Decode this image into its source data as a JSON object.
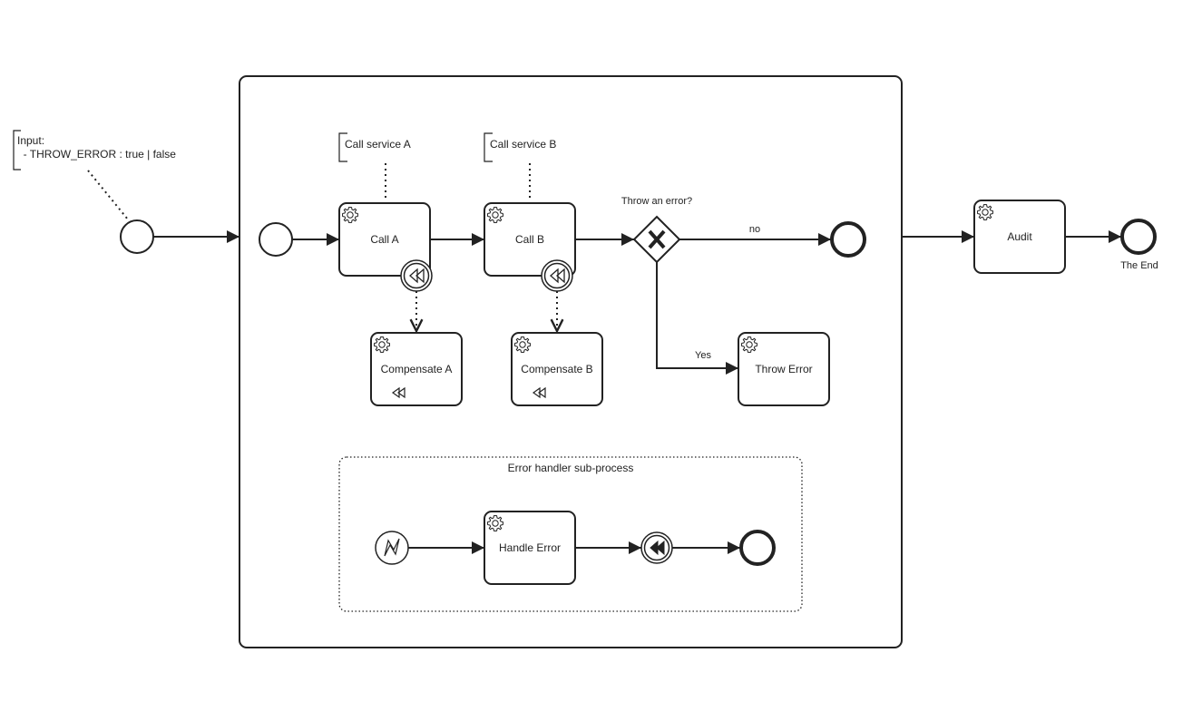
{
  "diagram": {
    "annotation_input": {
      "line1": "Input:",
      "line2": "  - THROW_ERROR : true | false"
    },
    "annotation_call_a": "Call service A",
    "annotation_call_b": "Call service B",
    "gateway_label": "Throw an error?",
    "flow_no_label": "no",
    "flow_yes_label": "Yes",
    "task_call_a": "Call A",
    "task_call_b": "Call B",
    "task_compensate_a": "Compensate A",
    "task_compensate_b": "Compensate B",
    "task_throw_error": "Throw Error",
    "task_audit": "Audit",
    "end_event_label": "The End",
    "error_subprocess_title": "Error handler sub-process",
    "task_handle_error": "Handle Error",
    "stroke_color": "#222222",
    "icons": [
      "gear-icon",
      "compensation-icon",
      "error-icon",
      "exclusive-gateway-icon"
    ]
  }
}
